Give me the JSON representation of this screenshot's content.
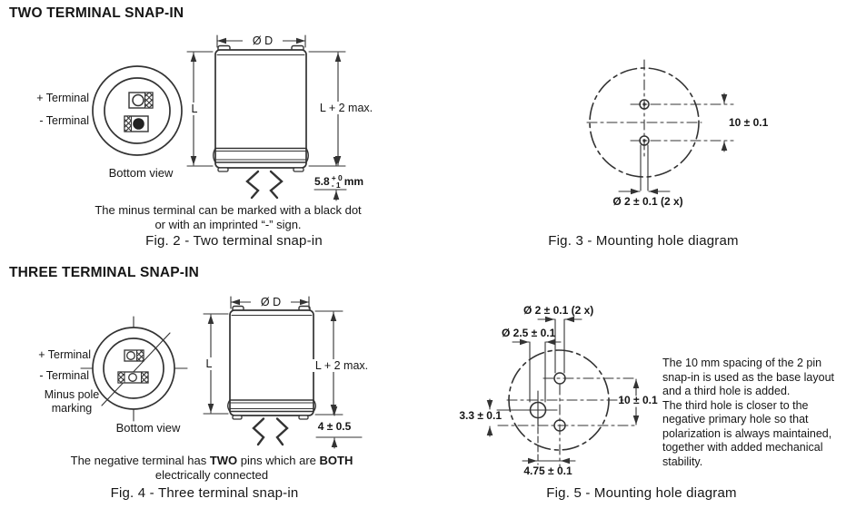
{
  "colors": {
    "line": "#333333",
    "text": "#161616",
    "bg": "#ffffff"
  },
  "fig2": {
    "heading": "TWO TERMINAL SNAP-IN",
    "plus_terminal": "+ Terminal",
    "minus_terminal": "- Terminal",
    "bottom_view": "Bottom view",
    "dim_diameter": "Ø D",
    "dim_length": "L",
    "dim_overall": "L + 2 max.",
    "dim_pin_value": "5.8",
    "dim_pin_tol_plus": "+ 0",
    "dim_pin_tol_minus": "- 1",
    "dim_pin_unit": "mm",
    "note_line1": "The minus terminal can be marked with a black dot",
    "note_line2": "or with an imprinted “-” sign.",
    "caption": "Fig. 2 - Two terminal snap-in"
  },
  "fig3": {
    "dim_spacing": "10 ± 0.1",
    "dim_holes": "Ø 2 ± 0.1 (2 x)",
    "caption": "Fig. 3 - Mounting hole diagram"
  },
  "fig4": {
    "heading": "THREE TERMINAL SNAP-IN",
    "plus_terminal": "+ Terminal",
    "minus_terminal": "- Terminal",
    "minus_pole_marking": "Minus pole\nmarking",
    "bottom_view": "Bottom view",
    "dim_diameter": "Ø D",
    "dim_length": "L",
    "dim_overall": "L + 2 max.",
    "dim_pin": "4 ± 0.5",
    "note_part1": "The negative terminal has ",
    "note_bold1": "TWO",
    "note_part2": " pins which are ",
    "note_bold2": "BOTH",
    "note_line2": "electrically connected",
    "caption": "Fig. 4 - Three terminal snap-in"
  },
  "fig5": {
    "dim_holes2": "Ø 2 ± 0.1 (2 x)",
    "dim_hole25": "Ø 2.5 ± 0.1",
    "dim_spacing": "10 ± 0.1",
    "dim_offset_v": "3.3 ± 0.1",
    "dim_offset_h": "4.75 ± 0.1",
    "description": "The 10 mm spacing of the 2 pin\nsnap-in is used as the base layout\nand a third hole is added.\nThe third hole is closer to the\nnegative primary hole so that\npolarization is always maintained,\ntogether with added mechanical\nstability.",
    "caption": "Fig. 5 - Mounting hole diagram"
  }
}
